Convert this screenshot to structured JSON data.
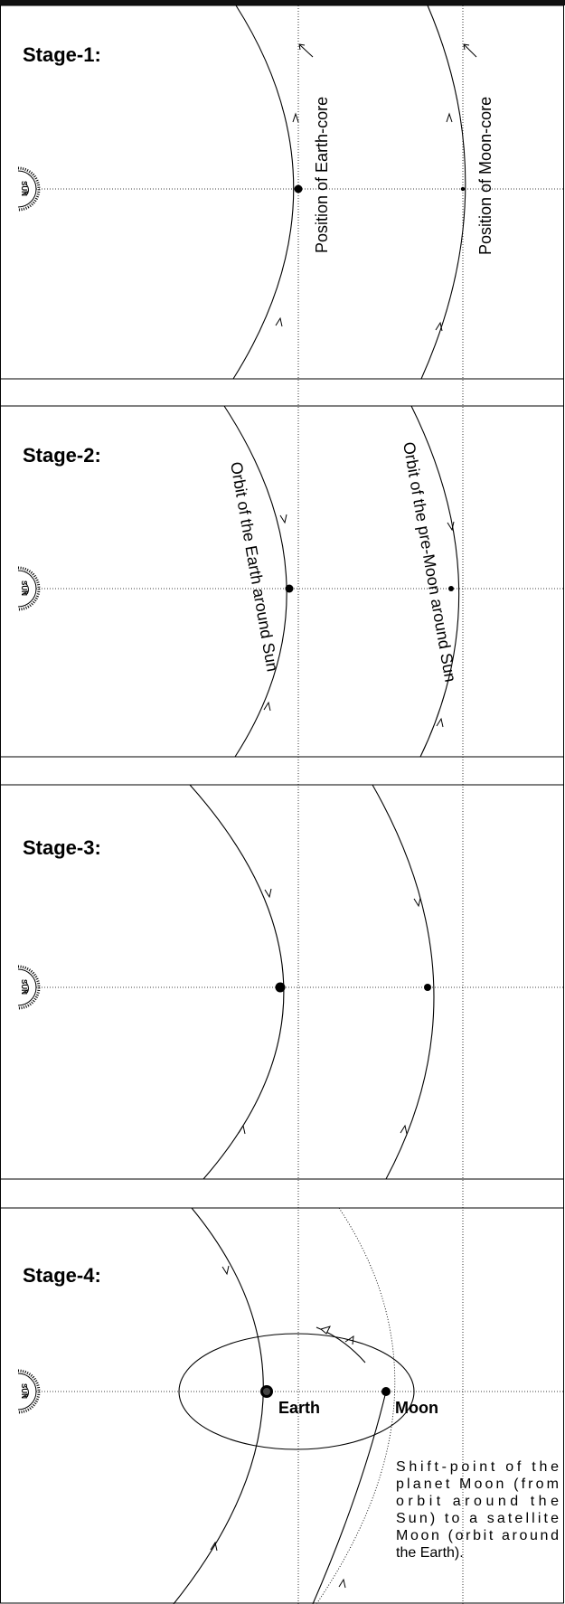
{
  "stages": [
    {
      "title": "Stage-1:",
      "earth_label": "Position of Earth-core",
      "moon_label": "Position of Moon-core"
    },
    {
      "title": "Stage-2:",
      "earth_label": "Orbit of the Earth around Sun",
      "moon_label": "Orbit of the pre-Moon around Sun"
    },
    {
      "title": "Stage-3:"
    },
    {
      "title": "Stage-4:",
      "earth_label": "Earth",
      "moon_label": "Moon",
      "description": [
        "Shift-point of the",
        "planet Moon (from",
        "orbit around the",
        "Sun) to a satellite",
        "Moon (orbit around",
        "the Earth)."
      ]
    }
  ],
  "sun_label": "SUN"
}
